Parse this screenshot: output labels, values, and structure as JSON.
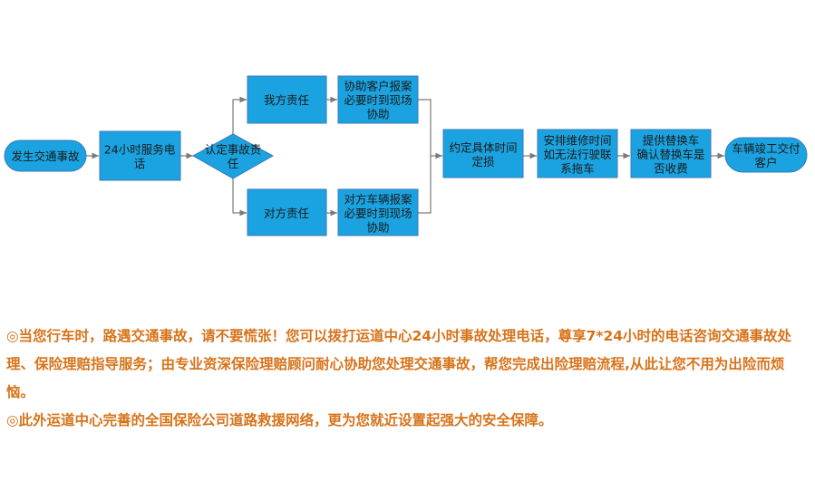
{
  "colors": {
    "fill": "#1aa3e0",
    "stroke": "#3a7ab8",
    "connector": "#7a7a7a",
    "text": "#1a1a1a",
    "description": "#d7731a"
  },
  "nodes": {
    "start": [
      "发生交通事故"
    ],
    "hotline": [
      "24小时服务电",
      "话"
    ],
    "decision": [
      "认定事故责",
      "任"
    ],
    "our_fault": [
      "我方责任"
    ],
    "assist_report": [
      "协助客户报案",
      "必要时到现场",
      "协助"
    ],
    "other_fault": [
      "对方责任"
    ],
    "other_report": [
      "对方车辆报案",
      "必要时到现场",
      "协助"
    ],
    "schedule": [
      "约定具体时间",
      "定损"
    ],
    "repair": [
      "安排维修时间",
      "如无法行驶联",
      "系拖车"
    ],
    "replacement": [
      "提供替换车",
      "确认替换车是",
      "否收费"
    ],
    "end": [
      "车辆竣工交付",
      "客户"
    ]
  },
  "description": [
    "◎当您行车时，路遇交通事故，请不要慌张！您可以拨打运道中心24小时事故处理电话，尊享7*24小时的电话咨询交通事故处理、保险理赔指导服务；由专业资深保险理赔顾问耐心协助您处理交通事故，帮您完成出险理赔流程,从此让您不用为出险而烦恼。",
    "◎此外运道中心完善的全国保险公司道路救援网络，更为您就近设置起强大的安全保障。"
  ]
}
